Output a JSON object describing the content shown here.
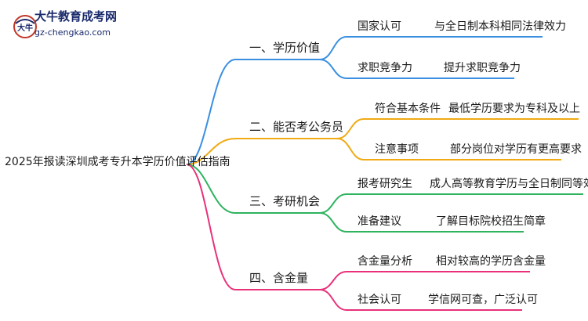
{
  "logo": {
    "title": "大牛教育成考网",
    "url": "gz-chengkao.com",
    "mark": "大牛"
  },
  "root": {
    "label": "2025年报读深圳成考专升本学历价值评估指南"
  },
  "branches": [
    {
      "label": "一、学历价值",
      "color": "#3b8fe0",
      "children": [
        {
          "label": "国家认可",
          "detail": "与全日制本科相同法律效力"
        },
        {
          "label": "求职竞争力",
          "detail": "提升求职竞争力"
        }
      ]
    },
    {
      "label": "二、能否考公务员",
      "color": "#f0aa14",
      "children": [
        {
          "label": "符合基本条件",
          "detail": "最低学历要求为专科及以上"
        },
        {
          "label": "注意事项",
          "detail": "部分岗位对学历有更高要求"
        }
      ]
    },
    {
      "label": "三、考研机会",
      "color": "#2fb35f",
      "children": [
        {
          "label": "报考研究生",
          "detail": "成人高等教育学历与全日制同等效力"
        },
        {
          "label": "准备建议",
          "detail": "了解目标院校招生简章"
        }
      ]
    },
    {
      "label": "四、含金量",
      "color": "#e8317a",
      "children": [
        {
          "label": "含金量分析",
          "detail": "相对较高的学历含金量"
        },
        {
          "label": "社会认可",
          "detail": "学信网可查，广泛认可"
        }
      ]
    }
  ]
}
